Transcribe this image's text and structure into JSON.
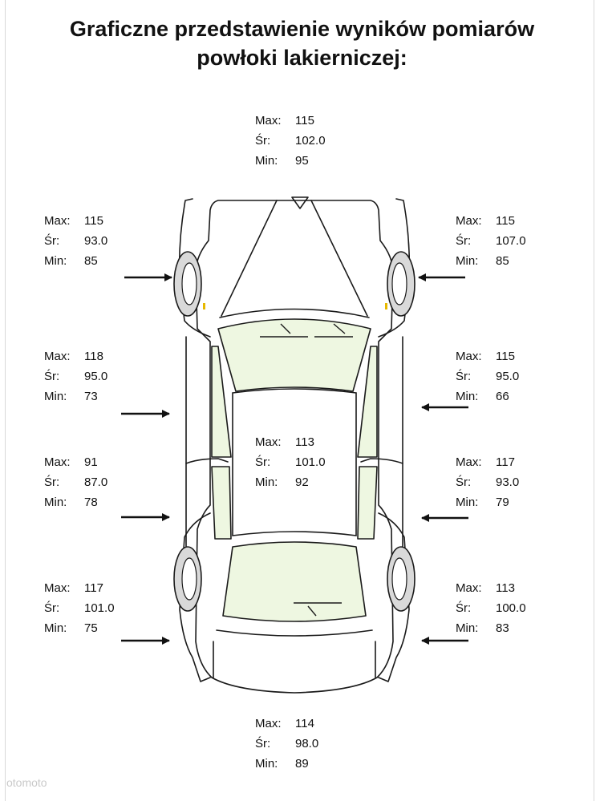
{
  "title": {
    "line1": "Graficzne przedstawienie wyników pomiarów",
    "line2": "powłoki lakierniczej:"
  },
  "labels": {
    "max": "Max:",
    "avg": "Śr:",
    "min": "Min:"
  },
  "measurements": {
    "hood": {
      "max": "115",
      "avg": "102.0",
      "min": "95"
    },
    "front_left_fender": {
      "max": "115",
      "avg": "93.0",
      "min": "85"
    },
    "front_right_fender": {
      "max": "115",
      "avg": "107.0",
      "min": "85"
    },
    "front_left_door": {
      "max": "118",
      "avg": "95.0",
      "min": "73"
    },
    "front_right_door": {
      "max": "115",
      "avg": "95.0",
      "min": "66"
    },
    "roof": {
      "max": "113",
      "avg": "101.0",
      "min": "92"
    },
    "rear_left_door": {
      "max": "91",
      "avg": "87.0",
      "min": "78"
    },
    "rear_right_door": {
      "max": "117",
      "avg": "93.0",
      "min": "79"
    },
    "rear_left_quarter": {
      "max": "117",
      "avg": "101.0",
      "min": "75"
    },
    "rear_right_quarter": {
      "max": "113",
      "avg": "100.0",
      "min": "83"
    },
    "trunk": {
      "max": "114",
      "avg": "98.0",
      "min": "89"
    }
  },
  "colors": {
    "glass": "#eef7e1",
    "line": "#1a1a1a",
    "wheel": "#d9d9d9"
  },
  "watermark": "otomoto"
}
